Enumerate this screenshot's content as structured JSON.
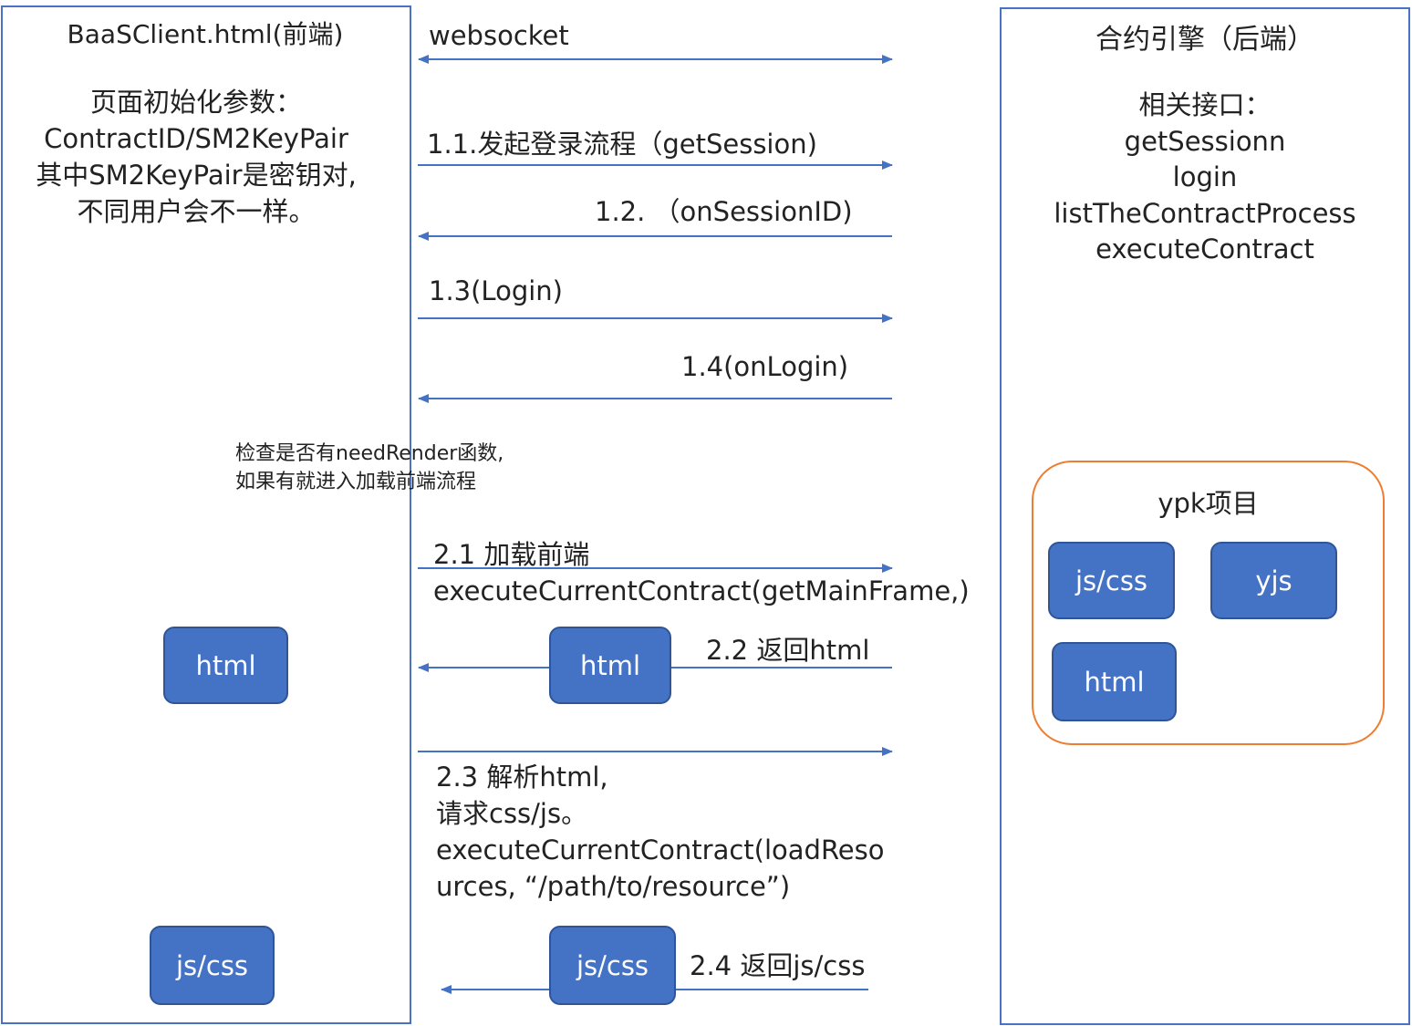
{
  "left": {
    "title": "BaaSClient.html(前端)",
    "params": "页面初始化参数：\nContractID/SM2KeyPair\n其中SM2KeyPair是密钥对,\n不同用户会不一样。",
    "check_note": "检查是否有needRender函数,\n如果有就进入加载前端流程",
    "html_box": "html",
    "jscss_box": "js/css"
  },
  "right": {
    "title": "合约引擎（后端）",
    "interfaces": "相关接口：\ngetSessionn\nlogin\nlistTheContractProcess\nexecuteContract",
    "ypk_title": "ypk项目",
    "ypk_jscss": "js/css",
    "ypk_yjs": "yjs",
    "ypk_html": "html"
  },
  "middle": {
    "websocket": "websocket",
    "step_1_1": "1.1.发起登录流程（getSession)",
    "step_1_2": "1.2. （onSessionID)",
    "step_1_3": "1.3(Login)",
    "step_1_4": "1.4(onLogin)",
    "step_2_1": "2.1 加载前端\nexecuteCurrentContract(getMainFrame,)",
    "step_2_2": "2.2 返回html",
    "step_2_2_box": "html",
    "step_2_3": "2.3 解析html,\n请求css/js。\nexecuteCurrentContract(loadReso\nurces, “/path/to/resource”)",
    "step_2_4": "2.4 返回js/css",
    "step_2_4_box": "js/css"
  },
  "colors": {
    "arrow": "#4472c4",
    "box_fill": "#4472c4",
    "panel_border": "#4a72c4",
    "group_border": "#ed7d31"
  }
}
